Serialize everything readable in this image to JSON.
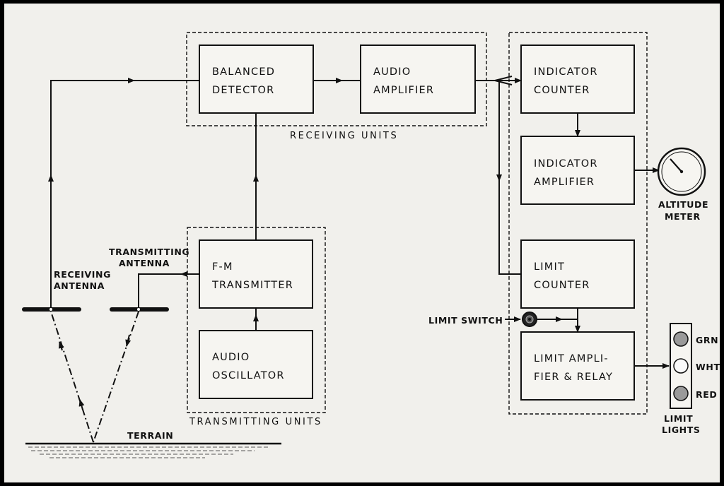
{
  "blocks": {
    "balanced_detector": [
      "BALANCED",
      "DETECTOR"
    ],
    "audio_amplifier": [
      "AUDIO",
      "AMPLIFIER"
    ],
    "fm_transmitter": [
      "F-M",
      "TRANSMITTER"
    ],
    "audio_oscillator": [
      "AUDIO",
      "OSCILLATOR"
    ],
    "indicator_counter": [
      "INDICATOR",
      "COUNTER"
    ],
    "indicator_amplifier": [
      "INDICATOR",
      "AMPLIFIER"
    ],
    "limit_counter": [
      "LIMIT",
      "COUNTER"
    ],
    "limit_amplifier": [
      "LIMIT AMPLI-",
      "FIER & RELAY"
    ]
  },
  "groups": {
    "receiving": "RECEIVING UNITS",
    "transmitting": "TRANSMITTING UNITS"
  },
  "labels": {
    "transmitting_antenna": [
      "TRANSMITTING",
      "ANTENNA"
    ],
    "receiving_antenna": [
      "RECEIVING",
      "ANTENNA"
    ],
    "terrain": "TERRAIN",
    "altitude_meter": [
      "ALTITUDE",
      "METER"
    ],
    "limit_switch": "LIMIT SWITCH",
    "limit_lights": [
      "LIMIT",
      "LIGHTS"
    ]
  },
  "lights": [
    "GRN",
    "WHT",
    "RED"
  ]
}
